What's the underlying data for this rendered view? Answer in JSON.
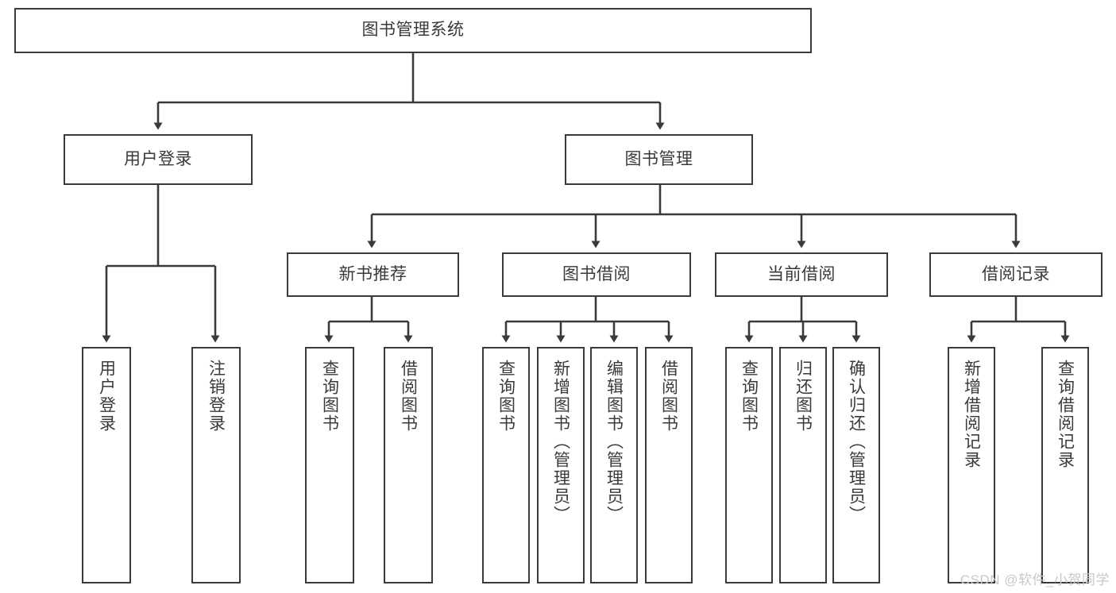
{
  "diagram": {
    "title": "图书管理系统",
    "type": "tree-hierarchy-chart",
    "root": {
      "id": "root",
      "label": "图书管理系统"
    },
    "level1": [
      {
        "id": "user-login",
        "label": "用户登录"
      },
      {
        "id": "book-manage",
        "label": "图书管理"
      }
    ],
    "level2": [
      {
        "id": "new-book-rec",
        "label": "新书推荐",
        "parent": "book-manage"
      },
      {
        "id": "book-borrow",
        "label": "图书借阅",
        "parent": "book-manage"
      },
      {
        "id": "current-borrow",
        "label": "当前借阅",
        "parent": "book-manage"
      },
      {
        "id": "borrow-record",
        "label": "借阅记录",
        "parent": "book-manage"
      }
    ],
    "leaves": [
      {
        "id": "leaf-user-login",
        "label": "用户登录",
        "parent": "user-login"
      },
      {
        "id": "leaf-logout",
        "label": "注销登录",
        "parent": "user-login"
      },
      {
        "id": "leaf-query-book-1",
        "label": "查询图书",
        "parent": "new-book-rec"
      },
      {
        "id": "leaf-borrow-book-1",
        "label": "借阅图书",
        "parent": "new-book-rec"
      },
      {
        "id": "leaf-query-book-2",
        "label": "查询图书",
        "parent": "book-borrow"
      },
      {
        "id": "leaf-add-book",
        "label": "新增图书（管理员）",
        "parent": "book-borrow"
      },
      {
        "id": "leaf-edit-book",
        "label": "编辑图书（管理员）",
        "parent": "book-borrow"
      },
      {
        "id": "leaf-borrow-book-2",
        "label": "借阅图书",
        "parent": "book-borrow"
      },
      {
        "id": "leaf-query-book-3",
        "label": "查询图书",
        "parent": "current-borrow"
      },
      {
        "id": "leaf-return-book",
        "label": "归还图书",
        "parent": "current-borrow"
      },
      {
        "id": "leaf-confirm-return",
        "label": "确认归还（管理员）",
        "parent": "current-borrow"
      },
      {
        "id": "leaf-add-record",
        "label": "新增借阅记录",
        "parent": "borrow-record"
      },
      {
        "id": "leaf-query-record",
        "label": "查询借阅记录",
        "parent": "borrow-record"
      }
    ],
    "watermark": "CSDN @软件_小贺同学",
    "colors": {
      "stroke": "#3a3a3a",
      "fill": "#ffffff",
      "text": "#3a3a3a",
      "watermark": "#c9c9c9"
    }
  }
}
